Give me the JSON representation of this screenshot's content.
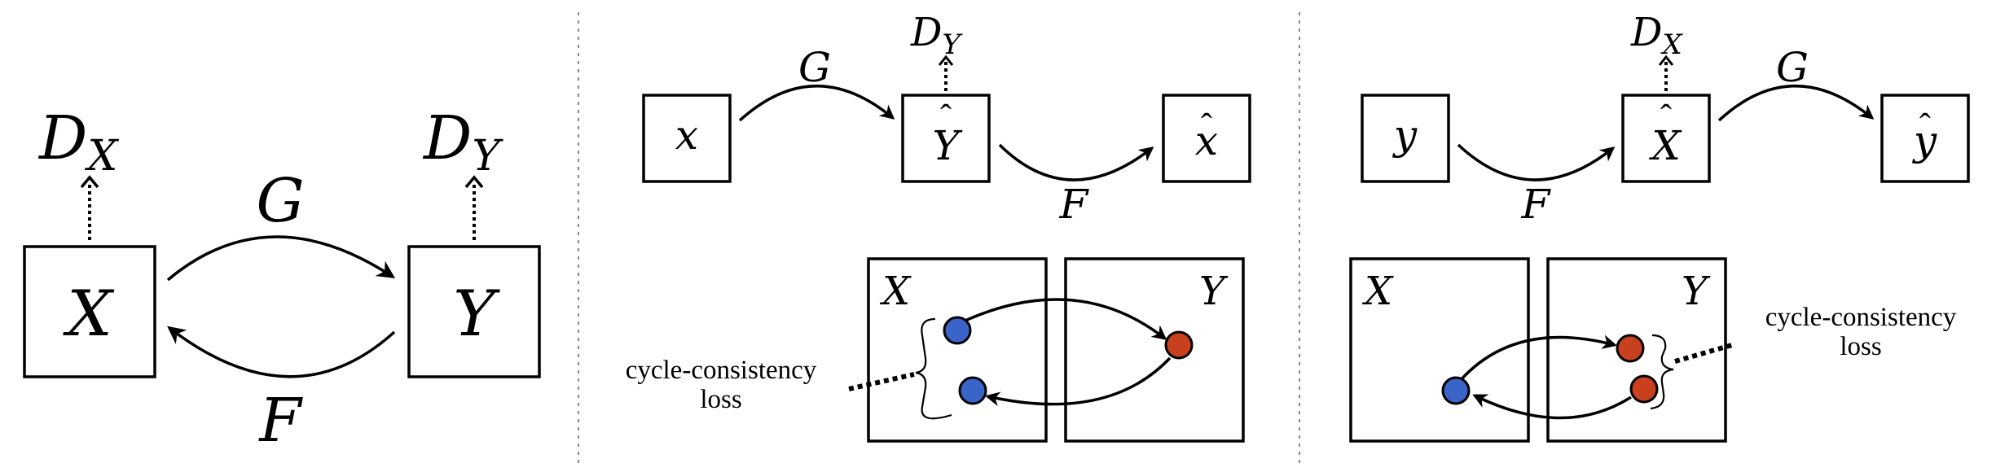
{
  "colors": {
    "domain_x_point": "#3a64c8",
    "domain_y_point": "#c8401e"
  },
  "panel_a": {
    "node_x": "X",
    "node_y": "Y",
    "disc_x_main": "D",
    "disc_x_sub": "X",
    "disc_y_main": "D",
    "disc_y_sub": "Y",
    "map_g": "G",
    "map_f": "F"
  },
  "panel_b": {
    "input": "x",
    "mid": "Y",
    "mid_hat": "ˆ",
    "out": "x",
    "out_hat": "ˆ",
    "disc_main": "D",
    "disc_sub": "Y",
    "map_g": "G",
    "map_f": "F",
    "domain_x": "X",
    "domain_y": "Y",
    "loss_line1": "cycle-consistency",
    "loss_line2": "loss"
  },
  "panel_c": {
    "input": "y",
    "mid": "X",
    "mid_hat": "ˆ",
    "out": "y",
    "out_hat": "ˆ",
    "disc_main": "D",
    "disc_sub": "X",
    "map_g": "G",
    "map_f": "F",
    "domain_x": "X",
    "domain_y": "Y",
    "loss_line1": "cycle-consistency",
    "loss_line2": "loss"
  }
}
